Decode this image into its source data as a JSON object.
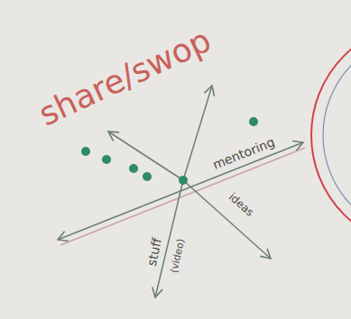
{
  "diagram": {
    "labels": [
      "share/swop",
      "mentoring",
      "ideas",
      "stuff",
      "(video)"
    ]
  }
}
